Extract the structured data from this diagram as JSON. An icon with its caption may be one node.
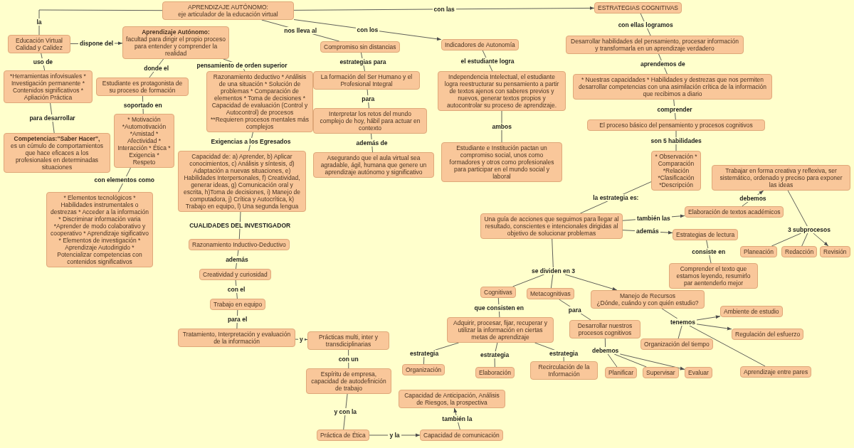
{
  "diagram": {
    "nodes": [
      {
        "text": [
          "APRENDIZAJE AUTÓNOMO:",
          "eje articulador de la educación virtual"
        ]
      },
      {
        "text": [
          "Educación Virtual Calidad y Calidez"
        ]
      },
      {
        "text": [
          "Aprendizaje Autónomo:",
          "facultad para dirigir el propio proceso para entender y comprender la realidad"
        ]
      },
      {
        "text": [
          "*Herramientas infovisuales * Investigación permanente * Contenidos significativos * Apliación Práctica"
        ]
      },
      {
        "text": [
          "Competencias:\"Saber Hacer\",",
          "es un cúmulo de comportamientos que hace eficaces a los profesionales en determinadas situaciones"
        ]
      },
      {
        "text": [
          "Estudiante es protagonista de su proceso de formación"
        ]
      },
      {
        "text": [
          "Razonamiento deductivo * Análisis de una situación * Solución de problemas * Comparación de elementos * Toma de decisiones * Capacidad de evaluación (Control y Autocontrol) de procesos **Requieren procesos mentales más complejos"
        ]
      },
      {
        "text": [
          "* Motivación *Automotivación *Amistad * Afectividad * Interacción * Ética * Exigencia * Respeto"
        ]
      },
      {
        "text": [
          "* Elementos tecnológicos * Habilidades instrumentales o destrezas * Acceder a la información * Discriminar información varia *Aprender de modo colaborativo y cooperativo * Aprendizaje sigificativo * Elementos de investigación * Aprendizaje Autodirigido * Potencializar competencias con contenidos significativos"
        ]
      },
      {
        "text": [
          "Capacidad de: a) Aprender, b) Aplicar conocimientos, c) Análisis y síntesis, d) Adaptación a nuevas situaciones, e) Habilidades Interpersonales, f) Creatividad, generar ideas, g) Comunicación oral y escrita, h)Toma de decisiones, i) Manejo de computadora, j) Crítica y Autocrítica, k) Trabajo en equipo, l) Una segunda lengua"
        ]
      },
      {
        "text": [
          "Razonamiento Inductivo-Deductivo"
        ]
      },
      {
        "text": [
          "Creatividad y curiosidad"
        ]
      },
      {
        "text": [
          "Trabajo en equipo"
        ]
      },
      {
        "text": [
          "Tratamiento, Interpretación y evaluación de la información"
        ]
      },
      {
        "text": [
          "Prácticas multi, inter y transdiciplinarias"
        ]
      },
      {
        "text": [
          "Espíritu de empresa, capacidad de autodefinición de trabajo"
        ]
      },
      {
        "text": [
          "Práctica de Ética"
        ]
      },
      {
        "text": [
          "Capacidad de comunicación"
        ]
      },
      {
        "text": [
          "Capacidad de Anticipación, Análisis de Riesgos, la prospectiva"
        ]
      },
      {
        "text": [
          "Compromiso sin distancias"
        ]
      },
      {
        "text": [
          "La formación del Ser Humano y el Profesional Integral"
        ]
      },
      {
        "text": [
          "Interpretar los retos del mundo complejo de hoy, hábil para actuar en contexto"
        ]
      },
      {
        "text": [
          "Asegurando que el aula virtual sea agradable, ágil, humana que genere un aprendizaje autónomo y significativo"
        ]
      },
      {
        "text": [
          "Indicadores de Autonomía"
        ]
      },
      {
        "text": [
          "Independencia Intelectual, el estudiante logra reestructurar su pensamiento a partir de textos ajenos con saberes previos y nuevos, generar textos propios y autocontrolar su proceso de aprendizaje."
        ]
      },
      {
        "text": [
          "Estudiante e Institución pactan un compromiso social, unos como formadores y otros como profesionales para participar en el mundo social y laboral"
        ]
      },
      {
        "text": [
          "ESTRATEGIAS COGNITIVAS"
        ]
      },
      {
        "text": [
          "Desarrollar habilidades del pensamiento, procesar información y transformarla en un aprendizaje verdadero"
        ]
      },
      {
        "text": [
          "* Nuestras capacidades * Habilidades y destrezas que nos permiten desarrollar competencias con una asimilación crítica de la información que recibimos a diario"
        ]
      },
      {
        "text": [
          "El proceso básico del pensamiento y procesos cognitivos"
        ]
      },
      {
        "text": [
          "* Observación * Comparación *Relación *Clasificación *Descripción"
        ]
      },
      {
        "text": [
          "Una guía de acciones que seguimos para llegar al resultado, conscientes e intencionales dirigidas al objetivo de solucionar problemas"
        ]
      },
      {
        "text": [
          "Elaboración de textos académicos"
        ]
      },
      {
        "text": [
          "Trabajar en forma creativa y reflexiva, ser sistemático, ordenado y preciso para exponer las ideas"
        ]
      },
      {
        "text": [
          "3 subprocesos"
        ]
      },
      {
        "text": [
          "Planeación"
        ]
      },
      {
        "text": [
          "Redacción"
        ]
      },
      {
        "text": [
          "Revisión"
        ]
      },
      {
        "text": [
          "Estrategias de lectura"
        ]
      },
      {
        "text": [
          "Comprender el texto que estamos leyendo, resumirlo par aentenderlo mejor"
        ]
      },
      {
        "text": [
          "se dividen en 3"
        ]
      },
      {
        "text": [
          "Cognitivas"
        ]
      },
      {
        "text": [
          "Metacognitivas"
        ]
      },
      {
        "text": [
          "Manejo de Recursos",
          "¿Dónde, cuándo y con quién estudio?"
        ]
      },
      {
        "text": [
          "Adquirir, procesar, fijar, recuperar y utilizar la información en ciertas metas de aprendizaje"
        ]
      },
      {
        "text": [
          "Organización"
        ]
      },
      {
        "text": [
          "Elaboración"
        ]
      },
      {
        "text": [
          "Recirculación de la Información"
        ]
      },
      {
        "text": [
          "Desarrollar nuestros procesos cognitivos"
        ]
      },
      {
        "text": [
          "debemos"
        ]
      },
      {
        "text": [
          "Planificar"
        ]
      },
      {
        "text": [
          "Supervisar"
        ]
      },
      {
        "text": [
          "Evaluar"
        ]
      },
      {
        "text": [
          "tenemos"
        ]
      },
      {
        "text": [
          "Ambiente de estudio"
        ]
      },
      {
        "text": [
          "Organización del tiempo"
        ]
      },
      {
        "text": [
          "Regulación del esfuerzo"
        ]
      },
      {
        "text": [
          "Aprendizaje entre pares"
        ]
      }
    ],
    "edges": [
      {
        "from": 0,
        "to": 1,
        "label": "la",
        "arrow": "none"
      },
      {
        "from": 0,
        "to": 19,
        "label": "nos lleva al",
        "arrow": "none"
      },
      {
        "from": 0,
        "to": 23,
        "label": "con los",
        "arrow": "to"
      },
      {
        "from": 0,
        "to": 26,
        "label": "con las",
        "arrow": "to"
      },
      {
        "from": 1,
        "to": 2,
        "label": "dispone del",
        "arrow": "to"
      },
      {
        "from": 1,
        "to": 3,
        "label": "uso de",
        "arrow": "none"
      },
      {
        "from": 2,
        "to": 5,
        "label": "donde el",
        "arrow": "none"
      },
      {
        "from": 2,
        "to": 6,
        "label": "pensamiento de orden superior",
        "arrow": "none"
      },
      {
        "from": 3,
        "to": 4,
        "label": "para desarrollar",
        "arrow": "none"
      },
      {
        "from": 5,
        "to": 7,
        "label": "soportado en",
        "arrow": "none"
      },
      {
        "from": 7,
        "to": 8,
        "label": "con elementos como",
        "arrow": "none"
      },
      {
        "from": 6,
        "to": 9,
        "label": "Exigencias a los Egresados",
        "arrow": "none"
      },
      {
        "from": 9,
        "to": 10,
        "label": "CUALIDADES DEL INVESTIGADOR",
        "arrow": "none"
      },
      {
        "from": 10,
        "to": 11,
        "label": "además",
        "arrow": "none"
      },
      {
        "from": 11,
        "to": 12,
        "label": "con el",
        "arrow": "none"
      },
      {
        "from": 12,
        "to": 13,
        "label": "para el",
        "arrow": "none"
      },
      {
        "from": 13,
        "to": 14,
        "label": "y",
        "arrow": "to"
      },
      {
        "from": 14,
        "to": 15,
        "label": "con un",
        "arrow": "none"
      },
      {
        "from": 15,
        "to": 16,
        "label": "y con la",
        "arrow": "none"
      },
      {
        "from": 16,
        "to": 17,
        "label": "y la",
        "arrow": "to"
      },
      {
        "from": 17,
        "to": 18,
        "label": "también la",
        "arrow": "to"
      },
      {
        "from": 19,
        "to": 20,
        "label": "estrategias para",
        "arrow": "none"
      },
      {
        "from": 20,
        "to": 21,
        "label": "para",
        "arrow": "none"
      },
      {
        "from": 21,
        "to": 22,
        "label": "además de",
        "arrow": "none"
      },
      {
        "from": 23,
        "to": 24,
        "label": "el estudiante logra",
        "arrow": "none"
      },
      {
        "from": 24,
        "to": 25,
        "label": "ambos",
        "arrow": "none"
      },
      {
        "from": 26,
        "to": 27,
        "label": "con ellas logramos",
        "arrow": "none"
      },
      {
        "from": 27,
        "to": 28,
        "label": "aprendemos de",
        "arrow": "none"
      },
      {
        "from": 28,
        "to": 29,
        "label": "comprender",
        "arrow": "none"
      },
      {
        "from": 29,
        "to": 30,
        "label": "son 5 habilidades",
        "arrow": "none"
      },
      {
        "from": 30,
        "to": 31,
        "label": "la estrategia es:",
        "arrow": "none"
      },
      {
        "from": 31,
        "to": 40,
        "arrow": "none"
      },
      {
        "from": 31,
        "to": 32,
        "label": "también las",
        "arrow": "to"
      },
      {
        "from": 31,
        "to": 38,
        "label": "además",
        "arrow": "to"
      },
      {
        "from": 32,
        "to": 33,
        "label": "debemos",
        "arrow": "to"
      },
      {
        "from": 33,
        "to": 34,
        "arrow": "none"
      },
      {
        "from": 34,
        "to": 35,
        "arrow": "none"
      },
      {
        "from": 34,
        "to": 36,
        "arrow": "none"
      },
      {
        "from": 34,
        "to": 37,
        "arrow": "to"
      },
      {
        "from": 38,
        "to": 39,
        "label": "consiste en",
        "arrow": "none"
      },
      {
        "from": 40,
        "to": 41,
        "arrow": "none"
      },
      {
        "from": 40,
        "to": 42,
        "arrow": "none"
      },
      {
        "from": 40,
        "to": 43,
        "arrow": "to"
      },
      {
        "from": 41,
        "to": 44,
        "label": "que consisten en",
        "arrow": "none"
      },
      {
        "from": 44,
        "to": 45,
        "label": "estrategia",
        "arrow": "none"
      },
      {
        "from": 44,
        "to": 46,
        "label": "estrategia",
        "arrow": "none"
      },
      {
        "from": 44,
        "to": 47,
        "label": "estrategia",
        "arrow": "none"
      },
      {
        "from": 42,
        "to": 48,
        "label": "para",
        "arrow": "none"
      },
      {
        "from": 48,
        "to": 49,
        "arrow": "none"
      },
      {
        "from": 49,
        "to": 50,
        "arrow": "none"
      },
      {
        "from": 49,
        "to": 51,
        "arrow": "none"
      },
      {
        "from": 49,
        "to": 52,
        "arrow": "to"
      },
      {
        "from": 43,
        "to": 53,
        "arrow": "none"
      },
      {
        "from": 53,
        "to": 54,
        "arrow": "to"
      },
      {
        "from": 53,
        "to": 55,
        "arrow": "none"
      },
      {
        "from": 53,
        "to": 56,
        "arrow": "to"
      },
      {
        "from": 53,
        "to": 57,
        "arrow": "none"
      }
    ]
  }
}
